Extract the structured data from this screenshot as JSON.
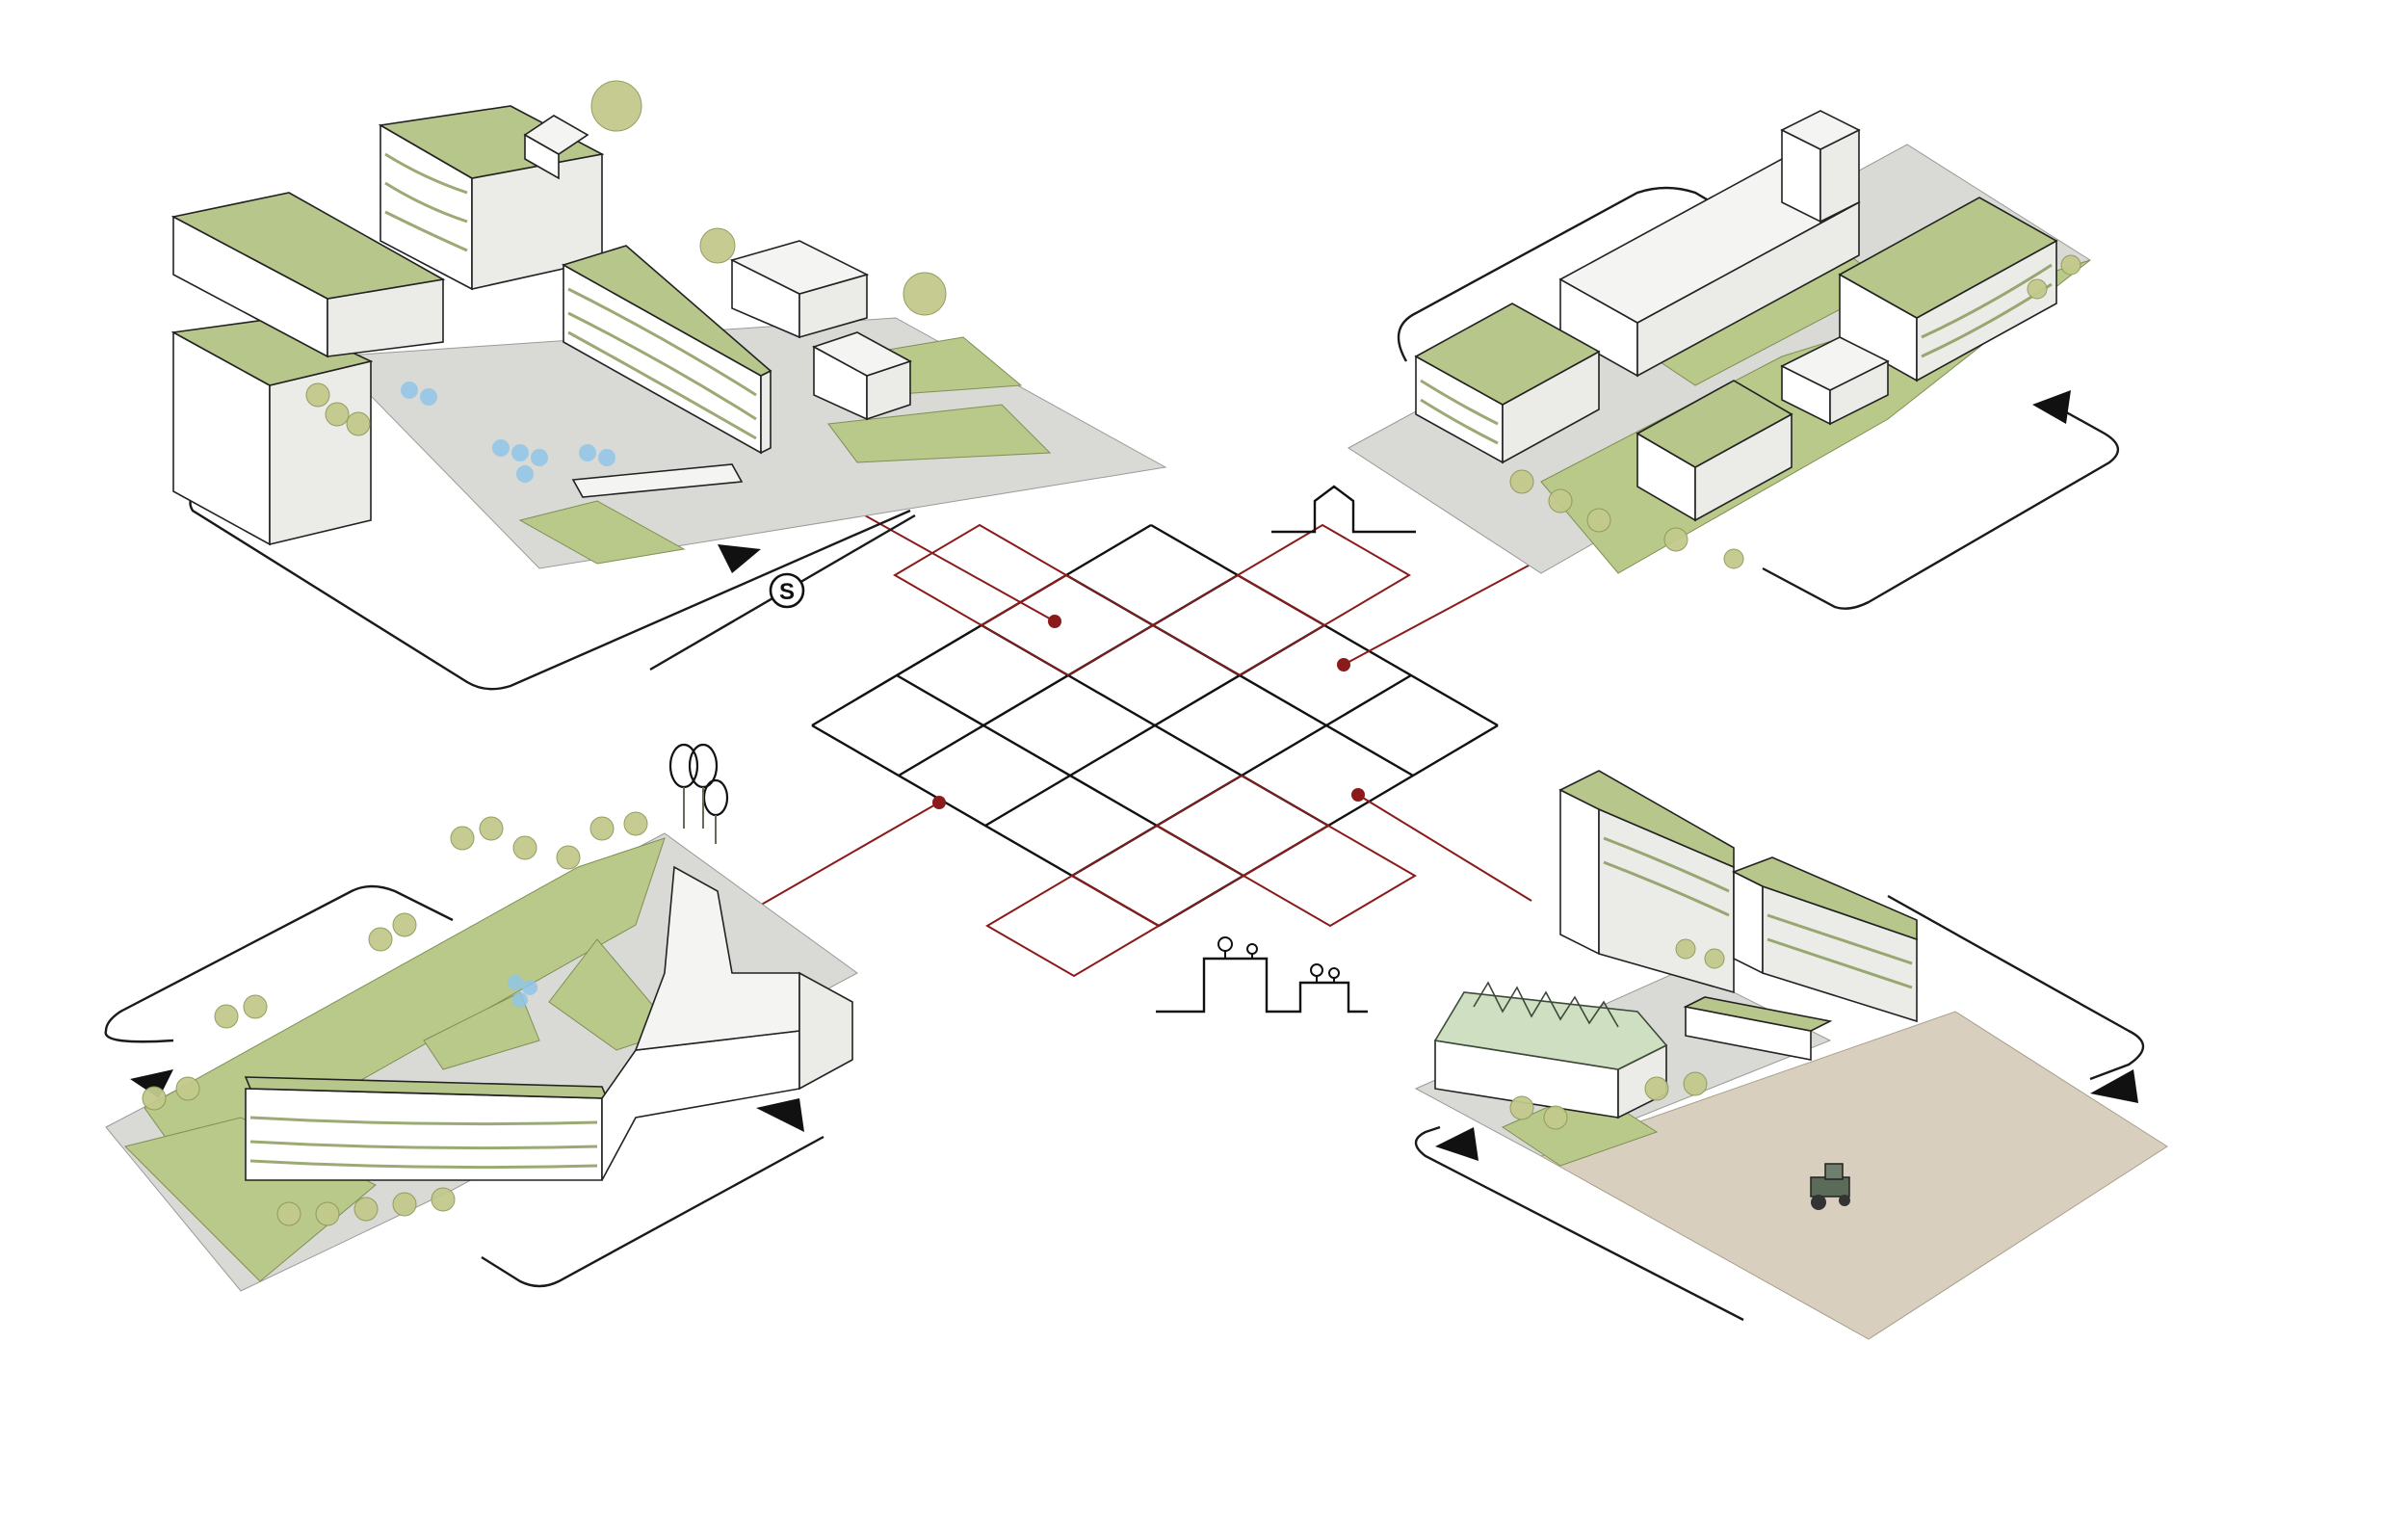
{
  "diagram": {
    "background": "#ffffff",
    "colors": {
      "grid": "#111111",
      "connector": "#8b1a1a",
      "greenery": "#b9c98a",
      "paving": "#d9d9d6",
      "field": "#d8cfbf",
      "water": "#8fc6e8"
    },
    "symbols": {
      "station_badge": "S"
    },
    "scenes": [
      {
        "id": "station-district",
        "icon": "s-bahn-icon",
        "highlight_cell": "top-left"
      },
      {
        "id": "housing-block",
        "icon": "house-outline-icon",
        "highlight_cell": "top-right"
      },
      {
        "id": "park-district",
        "icon": "trees-icon",
        "highlight_cell": "bottom-left"
      },
      {
        "id": "agri-urban-district",
        "icon": "skyline-trees-icon",
        "highlight_cell": "bottom-right"
      }
    ]
  }
}
